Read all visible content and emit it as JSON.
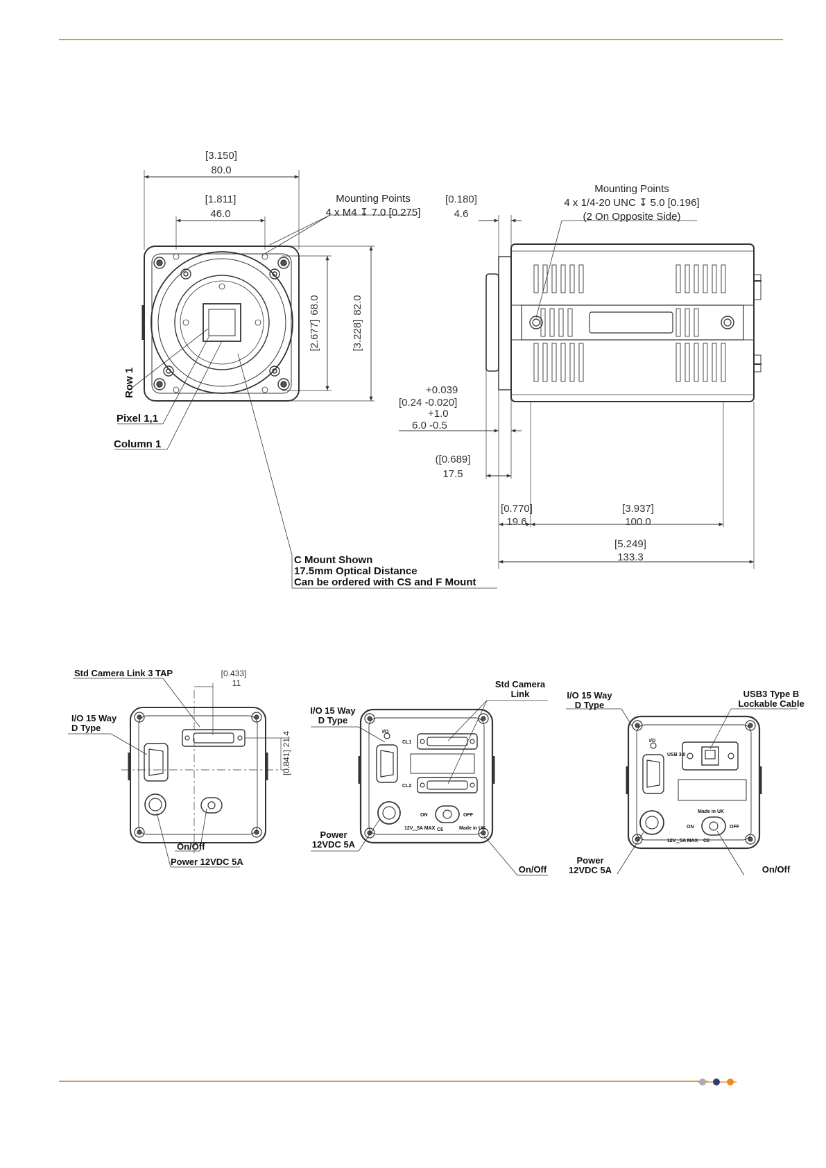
{
  "colors": {
    "accent": "#e8922e",
    "dot_gray": "#a9a9c6",
    "dot_navy": "#2f3a6e",
    "dot_orange": "#f08a1c"
  },
  "front_view": {
    "overall_width_in": "3.150",
    "overall_width_mm": "80.0",
    "hole_spacing_in": "1.811",
    "hole_spacing_mm": "46.0",
    "mounting_title": "Mounting Points",
    "mounting_spec": "4 x M4 ↧ 7.0 [0.275]",
    "inner_height_in": "2.677",
    "inner_height_mm": "68.0",
    "outer_height_in": "3.228",
    "outer_height_mm": "82.0",
    "row_label": "Row 1",
    "pixel_label": "Pixel 1,1",
    "column_label": "Column 1",
    "mount_note_1": "C Mount Shown",
    "mount_note_2": "17.5mm Optical Distance",
    "mount_note_3": "Can be ordered with CS and F Mount"
  },
  "side_view": {
    "flange_in": "0.180",
    "flange_mm": "4.6",
    "mounting_title": "Mounting Points",
    "mounting_spec": "4 x 1/4-20 UNC ↧ 5.0 [0.196]",
    "mounting_note": "(2 On Opposite Side)",
    "tol_plus_in": "+0.039",
    "tol_nominal_in": "0.24 -0.020",
    "tol_plus_mm": "+1.0",
    "tol_nominal_mm": "6.0 -0.5",
    "optical_in": "0.689",
    "optical_mm": "17.5",
    "front_len_in": "0.770",
    "front_len_mm": "19.6",
    "body_len_in": "3.937",
    "body_len_mm": "100.0",
    "total_len_in": "5.249",
    "total_len_mm": "133.3"
  },
  "rear_view_1": {
    "cl_label": "Std Camera Link 3 TAP",
    "dim_in": "0.433",
    "dim_mm": "11",
    "dim2_in": "0.841",
    "dim2_mm": "21.4",
    "io_line1": "I/O 15 Way",
    "io_line2": "D Type",
    "onoff": "On/Off",
    "power": "Power 12VDC 5A"
  },
  "rear_view_2": {
    "cl_line1": "Std Camera",
    "cl_line2": "Link",
    "io_line1": "I/O 15 Way",
    "io_line2": "D Type",
    "power_line1": "Power",
    "power_line2": "12VDC 5A",
    "onoff": "On/Off",
    "io_mark": "I/O",
    "cl1_mark": "CL1",
    "cl2_mark": "CL2",
    "on_mark": "ON",
    "off_mark": "OFF",
    "rating_mark": "12V⁔5A MAX",
    "ce_mark": "CƐ",
    "made_mark": "Made in UK"
  },
  "rear_view_3": {
    "io_line1": "I/O 15 Way",
    "io_line2": "D Type",
    "usb_line1": "USB3 Type B",
    "usb_line2": "Lockable Cable",
    "power_line1": "Power",
    "power_line2": "12VDC 5A",
    "onoff": "On/Off",
    "io_mark": "I/O",
    "usb_mark": "USB 3.0",
    "made_mark": "Made in UK",
    "on_mark": "ON",
    "off_mark": "OFF",
    "rating_mark": "12V⁔5A MAX",
    "ce_mark": "CƐ"
  }
}
